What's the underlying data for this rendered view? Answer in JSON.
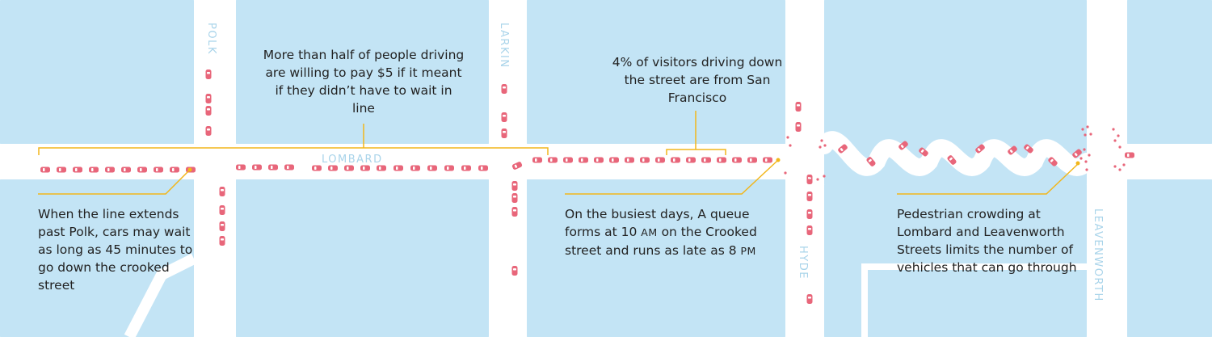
{
  "streets": {
    "polk": "POLK",
    "larkin": "LARKIN",
    "lombard": "LOMBARD",
    "hyde": "HYDE",
    "leavenworth": "LEAVENWORTH"
  },
  "annotations": {
    "willing_to_pay": "More than half of people driving are willing to pay $5 if it meant if they didn’t have to wait in line",
    "visitors": "4% of visitors driving down the street are from San Francisco",
    "polk_wait": "When the line extends past Polk, cars may wait as long as 45 minutes to go down the crooked street",
    "queue_part1": "On the busiest days, A queue forms at 10 ",
    "queue_am": "AM",
    "queue_part2": " on the Crooked street and runs as late as 8 ",
    "queue_pm": "PM",
    "pedestrian": "Pedestrian crowding at Lombard and Leavenworth Streets limits the number of vehicles that can go through"
  },
  "colors": {
    "background": "#d9eff9",
    "block": "#c3e4f5",
    "street": "#ffffff",
    "car": "#e8667a",
    "pedestrian": "#e8667a",
    "callout": "#f2b61b",
    "street_label": "#a9d4ea",
    "text": "#222222"
  }
}
